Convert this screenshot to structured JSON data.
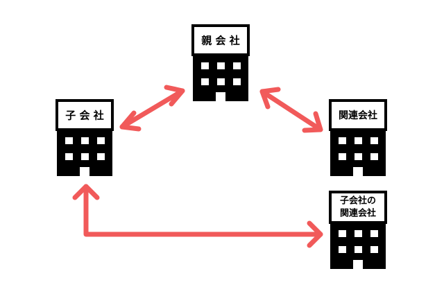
{
  "diagram": {
    "nodes": [
      {
        "id": "parent",
        "label": "親 会 社"
      },
      {
        "id": "subsidiary",
        "label": "子 会 社"
      },
      {
        "id": "affiliate",
        "label": "関連会社"
      },
      {
        "id": "subsidiary_affiliate",
        "label_line1": "子会社の",
        "label_line2": "関連会社"
      }
    ],
    "edges": [
      {
        "from": "subsidiary",
        "to": "parent",
        "bidirectional": true
      },
      {
        "from": "parent",
        "to": "affiliate",
        "bidirectional": true
      },
      {
        "from": "subsidiary",
        "to": "subsidiary_affiliate",
        "bidirectional": true
      }
    ]
  },
  "colors": {
    "building": "#000000",
    "window": "#ffffff",
    "arrow": "#f15a5a"
  }
}
